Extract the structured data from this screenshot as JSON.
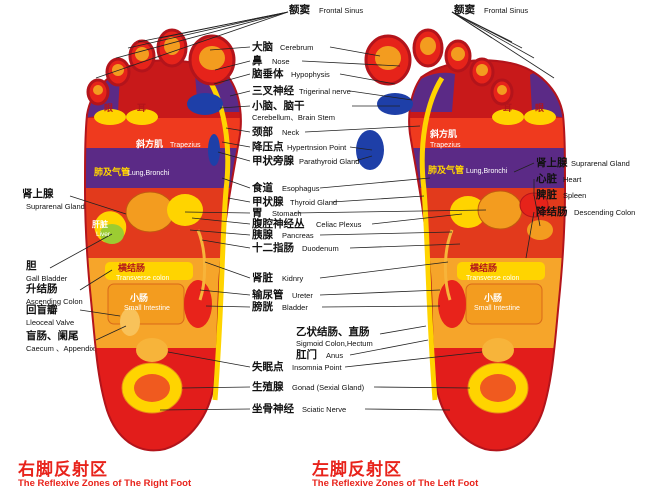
{
  "top": {
    "cn": "额窦",
    "en": "Frontal Sinus"
  },
  "left_labels": [
    {
      "cn": "肾上腺",
      "en": "Suprarenal Gland"
    },
    {
      "cn": "胆",
      "en": "Gall Bladder"
    },
    {
      "cn": "升结肠",
      "en": "Ascending Colon"
    },
    {
      "cn": "回盲瓣",
      "en": "Lleoceal Valve"
    },
    {
      "cn": "盲肠、阑尾",
      "en": "Caecum 、Appendix"
    }
  ],
  "center_labels": [
    {
      "cn": "大脑",
      "en": "Cerebrum"
    },
    {
      "cn": "鼻",
      "en": "Nose"
    },
    {
      "cn": "脑垂体",
      "en": "Hypophysis"
    },
    {
      "cn": "三叉神经",
      "en": "Trigerinal nerve"
    },
    {
      "cn": "小脑、脑干",
      "en": "Cerebellum、Brain Stem"
    },
    {
      "cn": "颈部",
      "en": "Neck"
    },
    {
      "cn": "降压点",
      "en": "Hypertnsion Point"
    },
    {
      "cn": "甲状旁腺",
      "en": "Parathyroid Gland"
    },
    {
      "cn": "食道",
      "en": "Esophagus"
    },
    {
      "cn": "甲状腺",
      "en": "Thyroid Gland"
    },
    {
      "cn": "胃",
      "en": "Stomach"
    },
    {
      "cn": "腹腔神经丛",
      "en": "Celiac Plexus"
    },
    {
      "cn": "胰腺",
      "en": "Pancreas"
    },
    {
      "cn": "十二指肠",
      "en": "Duodenum"
    },
    {
      "cn": "肾脏",
      "en": "Kidnry"
    },
    {
      "cn": "输尿管",
      "en": "Ureter"
    },
    {
      "cn": "膀胱",
      "en": "Bladder"
    },
    {
      "cn": "乙状结肠、直肠",
      "en": "Sigmoid Colon,Hectum"
    },
    {
      "cn": "肛门",
      "en": "Anus"
    },
    {
      "cn": "失眠点",
      "en": "Insomnia Point"
    },
    {
      "cn": "生殖腺",
      "en": "Gonad (Sexial Gland)"
    },
    {
      "cn": "坐骨神经",
      "en": "Sciatic Nerve"
    }
  ],
  "right_labels": [
    {
      "cn": "肾上腺",
      "en": "Suprarenal Gland"
    },
    {
      "cn": "心脏",
      "en": "Heart"
    },
    {
      "cn": "脾脏",
      "en": "Spleen"
    },
    {
      "cn": "降结肠",
      "en": "Descending Colon"
    }
  ],
  "zone_labels": {
    "trapezius_cn": "斜方肌",
    "trapezius_en": "Trapezius",
    "lung_cn": "肺及气管",
    "lung_en": "Lung,Bronchi",
    "transverse_cn": "横结肠",
    "transverse_en": "Transverse colon",
    "small_cn": "小肠",
    "small_en": "Small Intestine",
    "liver_cn": "肝脏",
    "liver_en": "Liver",
    "eye_cn": "眼",
    "ear_cn": "耳"
  },
  "titles": {
    "right_cn": "右脚反射区",
    "right_en": "The Reflexive Zones of The Right Foot",
    "left_cn": "左脚反射区",
    "left_en": "The Reflexive Zones of The Left Foot"
  },
  "colors": {
    "accent_title": "#e8231b",
    "foot_edge": "#b3141b",
    "foot_base": "#e6231a",
    "orange": "#f39c1f",
    "yellow": "#ffd400",
    "purple": "#5b2a86",
    "blue": "#1e3fa8"
  }
}
